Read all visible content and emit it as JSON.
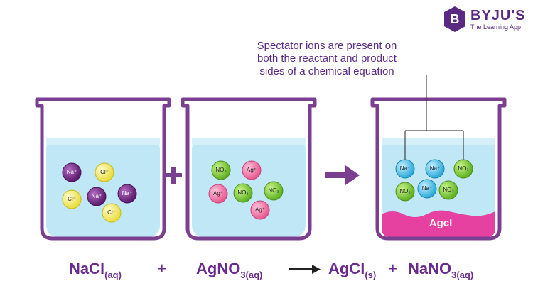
{
  "brand": {
    "name": "BYJU'S",
    "tagline": "The Learning App",
    "letter": "B"
  },
  "callout": {
    "line1": "Spectator ions are present on",
    "line2": "both the reactant and product",
    "line3": "sides of a chemical equation"
  },
  "precipitate_label": "Agcl",
  "ions": {
    "na": "Na⁺",
    "cl": "Cl⁻",
    "ag": "Ag⁺",
    "no3": "NO₃"
  },
  "operators": {
    "plus": "+"
  },
  "equation": {
    "r1": {
      "main": "NaCl",
      "sub": "(aq)"
    },
    "plus1": "+",
    "r2": {
      "main": "AgNO",
      "sub": "3(aq)"
    },
    "p1": {
      "main": "AgCl",
      "sub": "(s)"
    },
    "plus2": "+",
    "p2": {
      "main": "NaNO",
      "sub": "3(aq)"
    }
  },
  "colors": {
    "beaker_outline": "#7b3f8f",
    "water": "#bfe7f5",
    "na_ion": "#6a1f7a",
    "cl_ion": "#f3ec6a",
    "ag_ion": "#f27aa8",
    "no3_ion": "#8cd43a",
    "na_ion_product": "#45c2ec",
    "precipitate": "#e640a0",
    "text_purple": "#6a2c8f"
  }
}
